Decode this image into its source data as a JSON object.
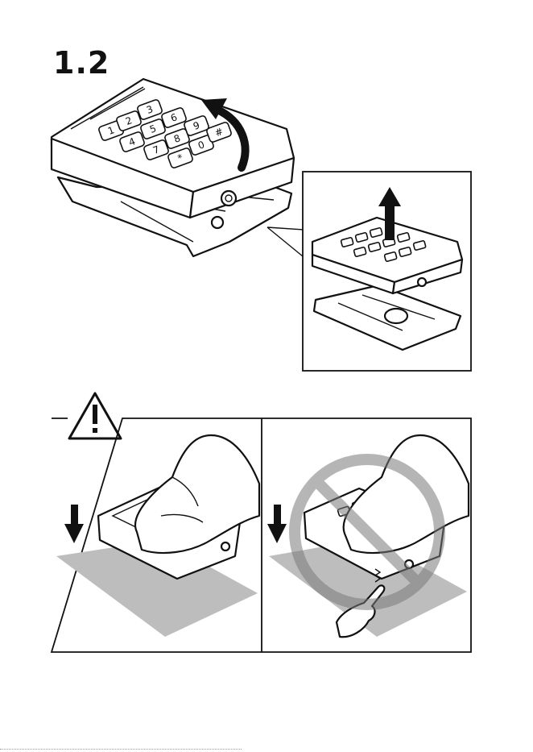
{
  "step": {
    "number": "1.2"
  },
  "keypad": {
    "keys": [
      "1",
      "2",
      "3",
      "4",
      "5",
      "6",
      "7",
      "8",
      "9",
      "0",
      "*",
      "#"
    ]
  },
  "colors": {
    "ink": "#111111",
    "surface_shade": "#bdbdbd",
    "prohibition_red": "#9a9a9a"
  },
  "icons": {
    "warning": "warning-triangle-icon",
    "down_arrow": "arrow-down-icon",
    "up_arrow": "arrow-up-icon",
    "rotate_arrow": "curved-arrow-icon",
    "prohibition": "prohibited-icon",
    "finger": "pointing-finger-icon"
  }
}
